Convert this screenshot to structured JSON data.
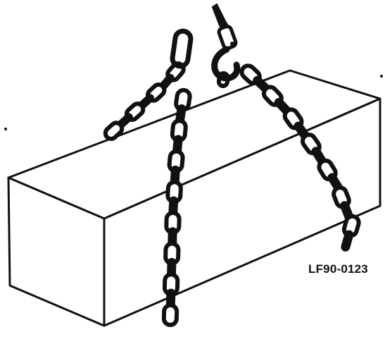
{
  "figure": {
    "code": "LF90-0123",
    "objects": [
      "rectangular-load-block",
      "chain-sling-left-leg",
      "chain-sling-right-leg",
      "lifting-hook",
      "master-link"
    ]
  }
}
